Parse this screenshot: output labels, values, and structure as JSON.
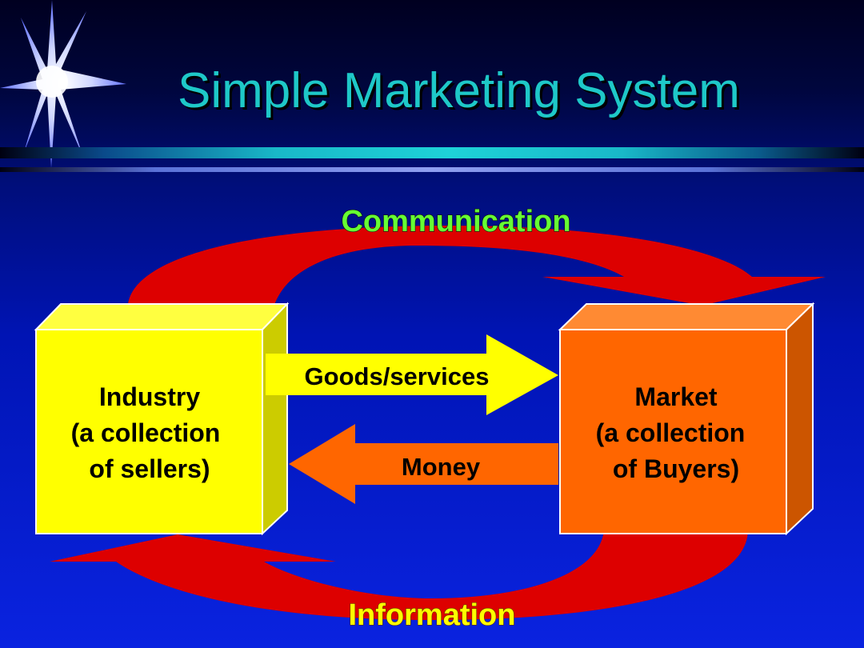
{
  "slide": {
    "title": "Simple Marketing System"
  },
  "diagram": {
    "top_flow_label": "Communication",
    "bottom_flow_label": "Information",
    "industry_box": {
      "line1": "Industry",
      "line2": "(a collection",
      "line3": "of sellers)"
    },
    "market_box": {
      "line1": "Market",
      "line2": "(a collection",
      "line3": "of Buyers)"
    },
    "goods_arrow_label": "Goods/services",
    "money_arrow_label": "Money"
  },
  "colors": {
    "title": "#1ec8c8",
    "curved_arrows": "#dd0000",
    "industry_box": "#ffff00",
    "market_box": "#ff6600",
    "goods_arrow": "#ffff00",
    "money_arrow": "#ff6600",
    "communication_label": "#66ff33",
    "information_label": "#ffff00"
  },
  "icons": [
    "starburst-icon"
  ]
}
